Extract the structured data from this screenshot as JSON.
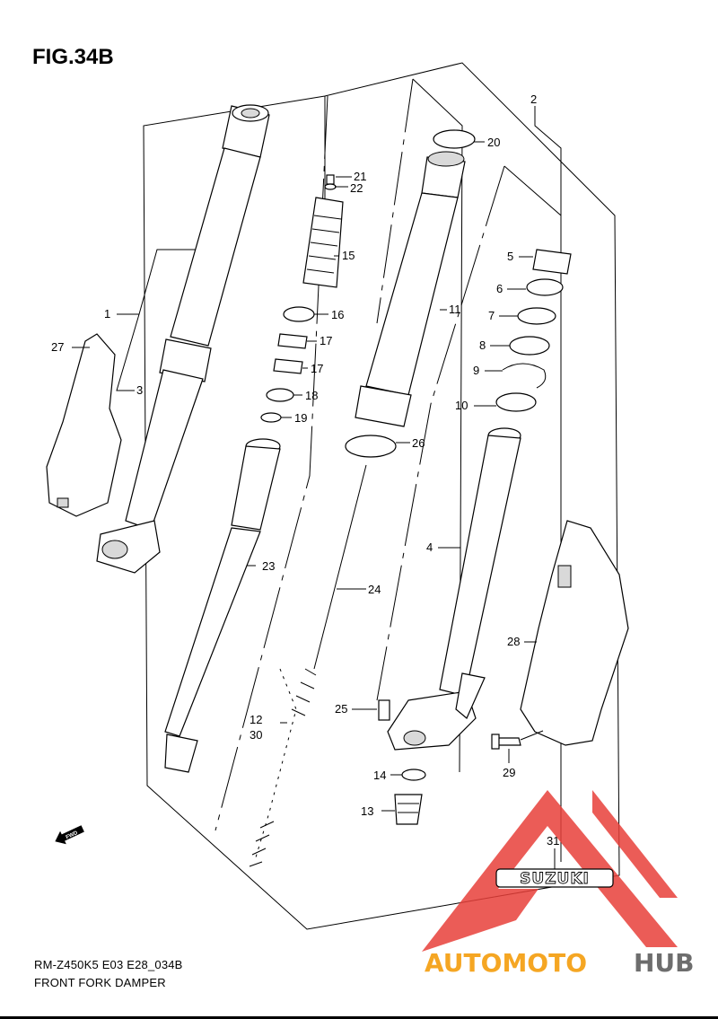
{
  "figure": {
    "title": "FIG.34B",
    "model_code": "RM-Z450K5 E03 E28_034B",
    "caption": "FRONT FORK DAMPER"
  },
  "callouts": {
    "c1": "1",
    "c2": "2",
    "c3": "3",
    "c4": "4",
    "c5": "5",
    "c6": "6",
    "c7": "7",
    "c8": "8",
    "c9": "9",
    "c10": "10",
    "c11": "11",
    "c12": "12",
    "c13": "13",
    "c14": "14",
    "c15": "15",
    "c16": "16",
    "c17a": "17",
    "c17b": "17",
    "c18": "18",
    "c19": "19",
    "c20": "20",
    "c21": "21",
    "c22": "22",
    "c23": "23",
    "c24": "24",
    "c25": "25",
    "c26": "26",
    "c27": "27",
    "c28": "28",
    "c29": "29",
    "c30": "30",
    "c31": "31"
  },
  "badges": {
    "fwd": "FWD",
    "brand": "SUZUKI"
  },
  "watermark": {
    "text_a": "AUTOMOTO",
    "text_b": "HUB",
    "color_a": "#f5a623",
    "color_b": "#6d6d6d",
    "triangle_color": "#e8403a"
  }
}
